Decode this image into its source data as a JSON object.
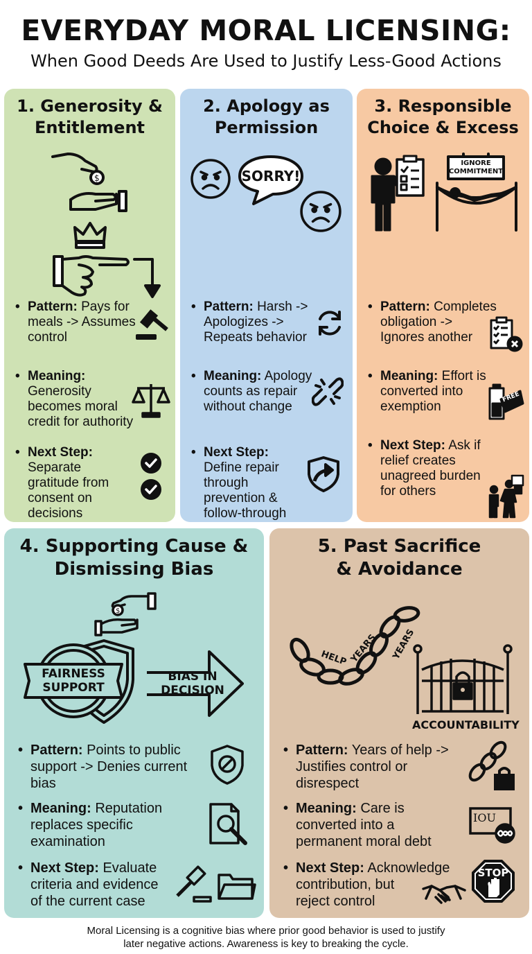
{
  "header": {
    "title": "EVERYDAY MORAL LICENSING:",
    "subtitle": "When Good Deeds Are Used to Justify Less-Good Actions"
  },
  "panels": [
    {
      "title_lines": [
        "1. Generosity &",
        "Entitlement"
      ],
      "pattern_label": "Pattern:",
      "pattern_lines": [
        "Pays for",
        "meals -> Assumes",
        "control"
      ],
      "meaning_label": "Meaning:",
      "meaning_lines": [
        "Generosity",
        "becomes moral",
        "credit for authority"
      ],
      "next_label": "Next Step:",
      "next_lines": [
        "Separate",
        "gratitude from",
        "consent on",
        "decisions"
      ],
      "icons": [
        "hand-coin-icon",
        "crown-icon",
        "pointing-hand-icon",
        "gavel-icon",
        "scales-icon",
        "check-circle-icon"
      ],
      "color": "#cfe2b4"
    },
    {
      "title_lines": [
        "2. Apology as",
        "Permission"
      ],
      "hero_text": "SORRY!",
      "pattern_label": "Pattern:",
      "pattern_lines": [
        "Harsh ->",
        "Apologizes ->",
        "Repeats behavior"
      ],
      "meaning_label": "Meaning:",
      "meaning_lines": [
        "Apology",
        "counts as repair",
        "without change"
      ],
      "next_label": "Next Step:",
      "next_lines": [
        "Define repair",
        "through",
        "prevention &",
        "follow-through"
      ],
      "icons": [
        "angry-face-icon",
        "speech-bubble-icon",
        "cycle-arrows-icon",
        "broken-link-icon",
        "shield-arrow-icon"
      ],
      "color": "#bcd6ee"
    },
    {
      "title_lines": [
        "3. Responsible",
        "Choice & Excess"
      ],
      "hero_sign_lines": [
        "IGNORE",
        "COMMITMENT"
      ],
      "badge_text": "FREE",
      "pattern_label": "Pattern:",
      "pattern_lines": [
        "Completes",
        "obligation ->",
        "Ignores another"
      ],
      "meaning_label": "Meaning:",
      "meaning_lines": [
        "Effort is",
        "converted into",
        "exemption"
      ],
      "next_label": "Next Step:",
      "next_lines": [
        "Ask if",
        "relief creates",
        "unagreed burden",
        "for others"
      ],
      "icons": [
        "person-checklist-icon",
        "hammock-icon",
        "checklist-x-icon",
        "battery-free-icon",
        "burden-people-icon"
      ],
      "color": "#f7c9a3"
    },
    {
      "title_lines": [
        "4. Supporting Cause &",
        "Dismissing Bias"
      ],
      "badge_lines": [
        "FAIRNESS",
        "SUPPORT"
      ],
      "arrow_lines": [
        "BIAS IN",
        "DECISION"
      ],
      "pattern_label": "Pattern:",
      "pattern_lines": [
        "Points to public",
        "support -> Denies current",
        "bias"
      ],
      "meaning_label": "Meaning:",
      "meaning_lines": [
        "Reputation",
        "replaces specific",
        "examination"
      ],
      "next_label": "Next Step:",
      "next_lines": [
        "Evaluate",
        "criteria and evidence",
        "of the current case"
      ],
      "icons": [
        "hand-coin-icon",
        "shield-icon",
        "no-sign-shield-icon",
        "document-magnifier-icon",
        "gavel-icon",
        "folder-icon"
      ],
      "color": "#b2dcd6"
    },
    {
      "title_lines": [
        "5. Past Sacrifice",
        "& Avoidance"
      ],
      "chain_labels": [
        "HELP",
        "YEARS",
        "YEARS"
      ],
      "gate_label": "ACCOUNTABILITY",
      "iou_text": "IOU",
      "stop_text": "STOP",
      "pattern_label": "Pattern:",
      "pattern_lines": [
        "Years of help ->",
        "Justifies control or",
        "disrespect"
      ],
      "meaning_label": "Meaning:",
      "meaning_lines": [
        "Care is",
        "converted into a",
        "permanent moral debt"
      ],
      "next_label": "Next Step:",
      "next_lines": [
        "Acknowledge",
        "contribution, but",
        "reject control"
      ],
      "icons": [
        "chain-icon",
        "gate-lock-icon",
        "chain-lock-icon",
        "iou-infinity-icon",
        "handshake-icon",
        "stop-sign-icon"
      ],
      "color": "#dcc3aa"
    }
  ],
  "footer": {
    "lines": [
      "Moral Licensing is a cognitive bias where prior good behavior is used to justify",
      "later negative actions. Awareness is key to breaking the cycle."
    ]
  }
}
